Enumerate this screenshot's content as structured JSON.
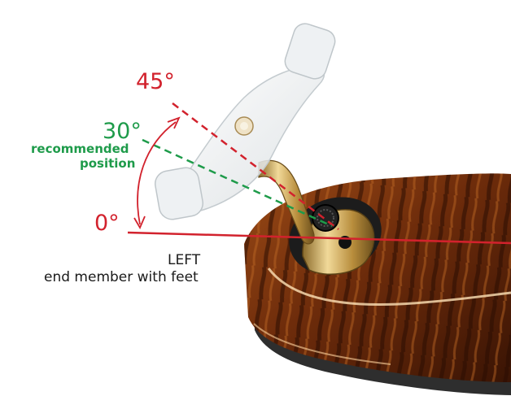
{
  "angles": {
    "a45": {
      "label": "45°",
      "degrees": 45
    },
    "a30": {
      "label": "30°",
      "degrees": 30,
      "note_line1": "recommended",
      "note_line2": "position"
    },
    "a0": {
      "label": "0°",
      "degrees": 0
    }
  },
  "caption": {
    "line1": "LEFT",
    "line2": "end member with feet"
  },
  "colors": {
    "red": "#d2222d",
    "green": "#1e9b4a",
    "text_dark": "#1a1a1a",
    "wood": "#7a3410",
    "wood_dark": "#3c1505",
    "gold": "#c9a24e",
    "pad": "#3a3a3a"
  }
}
